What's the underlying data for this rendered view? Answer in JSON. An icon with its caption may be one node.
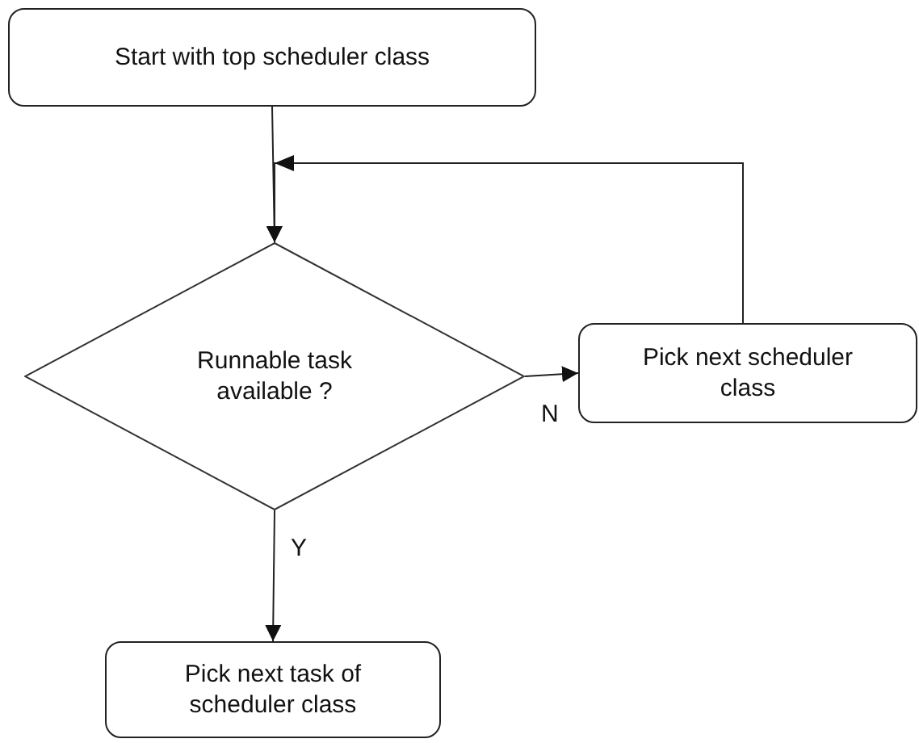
{
  "diagram": {
    "nodes": [
      {
        "text": [
          "Start with top scheduler class"
        ]
      },
      {
        "text": [
          "Runnable task available ?"
        ]
      },
      {
        "text": [
          "Pick next scheduler class"
        ]
      },
      {
        "text": [
          "Pick next task of scheduler class"
        ]
      }
    ],
    "edges": [
      {
        "from": 0,
        "to": 1,
        "arrow": "to"
      },
      {
        "from": 2,
        "to": 1,
        "arrow": "to"
      },
      {
        "from": 1,
        "to": 2,
        "arrow": "to",
        "label": "N"
      },
      {
        "from": 1,
        "to": 3,
        "arrow": "to",
        "label": "Y"
      }
    ]
  }
}
